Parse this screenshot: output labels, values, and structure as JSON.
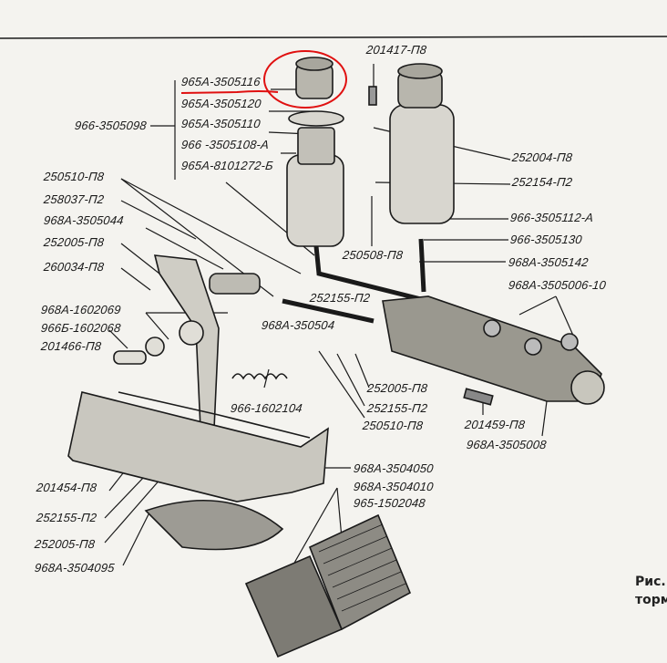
{
  "figure": {
    "caption_fragment_1": "Рис.",
    "caption_fragment_2": "торм",
    "highlight_color": "#e01010",
    "ink_color": "#1a1a1a",
    "paper_color": "#f4f3ef"
  },
  "labels": {
    "l965a_3505116": "965A-3505116",
    "l965a_3505120": "965A-3505120",
    "l965a_3505110": "965A-3505110",
    "l966_3505108a": "966 -3505108-A",
    "l965a_8101272b": "965A-8101272-Б",
    "l966_3505098": "966-3505098",
    "l201417": "201417-П8",
    "l252004": "252004-П8",
    "l252154": "252154-П2",
    "l966_3505112a": "966-3505112-A",
    "l966_3505130": "966-3505130",
    "l968a_3505142": "968A-3505142",
    "l968a_3505006": "968A-3505006-10",
    "l250510_top": "250510-П8",
    "l258037": "258037-П2",
    "l968a_3505044": "968A-3505044",
    "l252005_left": "252005-П8",
    "l260034": "260034-П8",
    "l250508": "250508-П8",
    "l252155_top": "252155-П2",
    "l968a_350504": "968A-350504",
    "l968a_1602069": "968A-1602069",
    "l966b_1602068": "966Б-1602068",
    "l201466": "201466-П8",
    "l966_1602104": "966-1602104",
    "l252005_right": "252005-П8",
    "l252155_right": "252155-П2",
    "l250510_right": "250510-П8",
    "l201459": "201459-П8",
    "l968a_3505008": "968A-3505008",
    "l968a_3504050": "968A-3504050",
    "l968a_3504010": "968A-3504010",
    "l965_1502048": "965-1502048",
    "l201454": "201454-П8",
    "l252155_bottom": "252155-П2",
    "l252005_bottom": "252005-П8",
    "l968a_3504095": "968A-3504095"
  }
}
